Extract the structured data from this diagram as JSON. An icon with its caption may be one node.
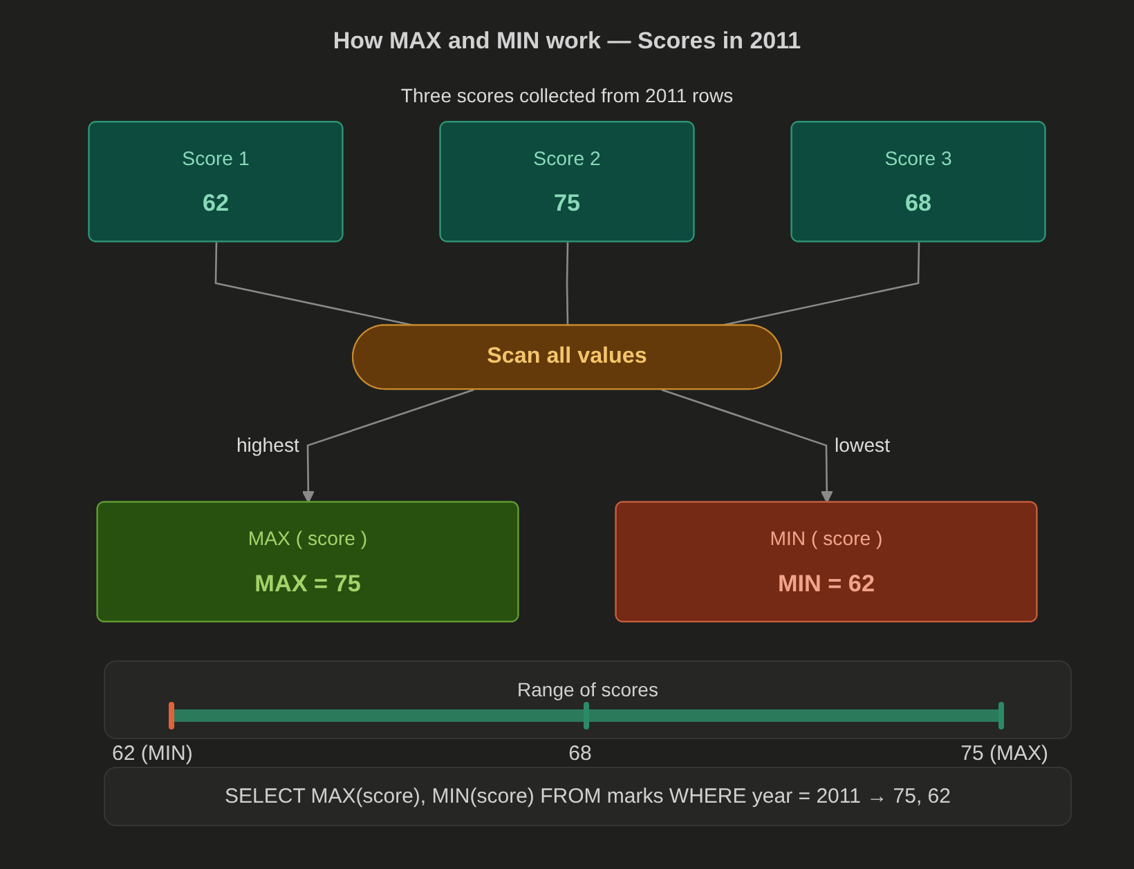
{
  "diagram": {
    "title": "How MAX and MIN work — Scores in 2011",
    "nodes": [
      {
        "text": [
          "Score 1",
          "62"
        ]
      },
      {
        "text": [
          "Score 2",
          "75"
        ]
      },
      {
        "text": [
          "Score 3",
          "68"
        ]
      },
      {
        "text": [
          "Scan all values"
        ]
      },
      {
        "text": [
          "MAX ( score )",
          "MAX = 75"
        ]
      },
      {
        "text": [
          "MIN ( score )",
          "MIN = 62"
        ]
      }
    ],
    "edges": [
      {
        "from": 0,
        "to": 3,
        "arrow": "none"
      },
      {
        "from": 1,
        "to": 3,
        "arrow": "none"
      },
      {
        "from": 2,
        "to": 3,
        "arrow": "none"
      },
      {
        "from": 3,
        "to": 4,
        "arrow": "to",
        "label": "highest"
      },
      {
        "from": 3,
        "to": 5,
        "arrow": "to",
        "label": "lowest"
      }
    ],
    "labels": [
      "Three scores collected from 2011 rows",
      "Range of scores",
      "62 (MIN)",
      "68",
      "75 (MAX)",
      "SELECT MAX(score), MIN(score) FROM marks WHERE year = 2011 → 75, 62"
    ]
  }
}
